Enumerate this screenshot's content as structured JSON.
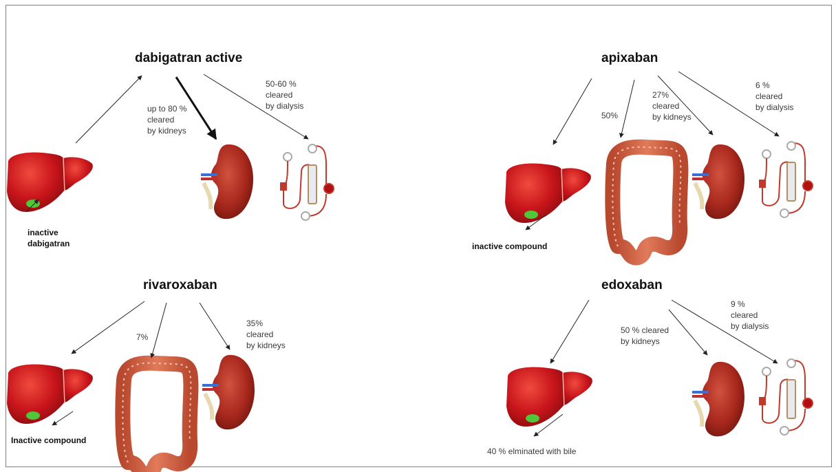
{
  "panels": {
    "dabigatran": {
      "title": "dabigatran active",
      "kidney_label": "up to 80 %\ncleared\nby kidneys",
      "dialysis_label": "50-60 %\ncleared\nby dialysis",
      "liver_label": "inactive\ndabigatran"
    },
    "apixaban": {
      "title": "apixaban",
      "colon_label": "50%",
      "kidney_label": "27%\ncleared\nby kidneys",
      "dialysis_label": "6 %\ncleared\nby dialysis",
      "liver_label": "inactive compound"
    },
    "rivaroxaban": {
      "title": "rivaroxaban",
      "colon_label": "7%",
      "kidney_label": "35%\ncleared\nby kidneys",
      "liver_label": "Inactive compound"
    },
    "edoxaban": {
      "title": "edoxaban",
      "kidney_label": "50 % cleared\nby kidneys",
      "dialysis_label": "9 %\ncleared\nby dialysis",
      "liver_label": "40 % elminated with bile"
    }
  },
  "colors": {
    "liver": "#c8151b",
    "liver_highlight": "#e8453c",
    "gallbladder": "#4ec83a",
    "kidney": "#a8281d",
    "colon": "#d2603f",
    "dialysis_line": "#c0392b",
    "arrow": "#222222"
  }
}
